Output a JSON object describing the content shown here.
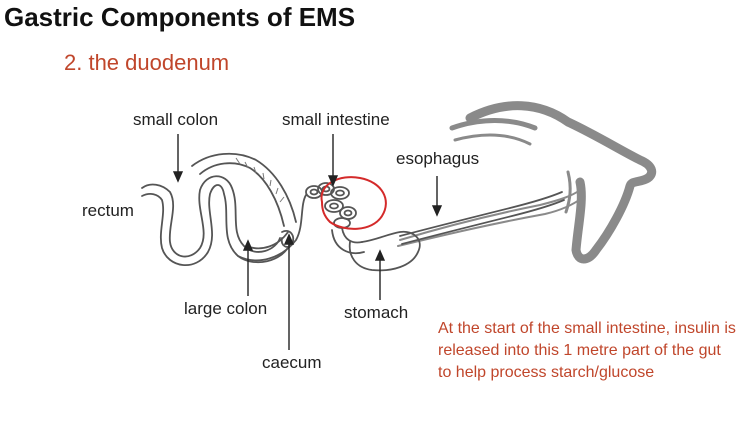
{
  "title": "Gastric Components of EMS",
  "subtitle": "2. the duodenum",
  "labels": {
    "small_colon": "small colon",
    "small_intestine": "small intestine",
    "esophagus": "esophagus",
    "rectum": "rectum",
    "large_colon": "large colon",
    "stomach": "stomach",
    "caecum": "caecum"
  },
  "note": "At the start of the small intestine, insulin is released into this 1 metre part of the gut to help process starch/glucose",
  "colors": {
    "title": "#111111",
    "accent": "#c0462b",
    "highlight_circle": "#d42a2a",
    "horse_outline": "#8a8a8a"
  }
}
